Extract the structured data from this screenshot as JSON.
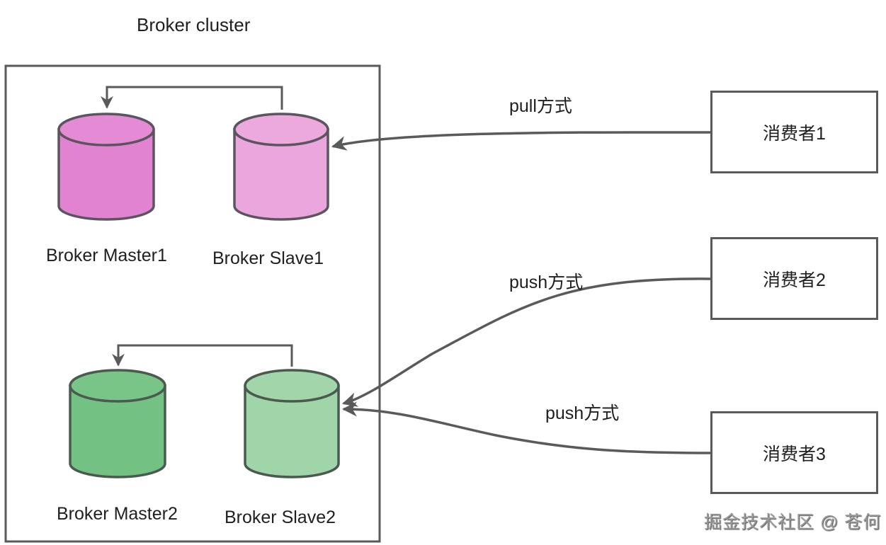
{
  "cluster": {
    "title": "Broker cluster"
  },
  "brokers": {
    "master1": {
      "label": "Broker Master1",
      "fill": "#e283d2",
      "top": "#e58bd5"
    },
    "slave1": {
      "label": "Broker Slave1",
      "fill": "#eba6de",
      "top": "#eca9de"
    },
    "master2": {
      "label": "Broker Master2",
      "fill": "#73c283",
      "top": "#78c587"
    },
    "slave2": {
      "label": "Broker Slave2",
      "fill": "#9fd5a8",
      "top": "#a2d6aa"
    }
  },
  "consumers": [
    {
      "label": "消费者1"
    },
    {
      "label": "消费者2"
    },
    {
      "label": "消费者3"
    }
  ],
  "edges": [
    {
      "from": "消费者1",
      "to": "Broker Slave1",
      "label": "pull方式"
    },
    {
      "from": "消费者2",
      "to": "Broker Slave2",
      "label": "push方式"
    },
    {
      "from": "消费者3",
      "to": "Broker Slave2",
      "label": "push方式"
    },
    {
      "from": "Broker Slave1",
      "to": "Broker Master1",
      "label": ""
    },
    {
      "from": "Broker Slave2",
      "to": "Broker Master2",
      "label": ""
    }
  ],
  "colors": {
    "stroke": "#5a5a5a",
    "cylinder_stroke_pink": "#5b5560",
    "cylinder_stroke_green": "#4a5a4f"
  },
  "watermark": "掘金技术社区 @ 苍何"
}
